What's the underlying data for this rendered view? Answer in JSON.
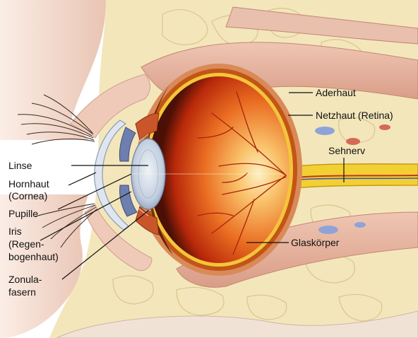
{
  "labels": {
    "aderhaut": "Aderhaut",
    "netzhaut": "Netzhaut (Retina)",
    "sehnerv": "Sehnerv",
    "linse": "Linse",
    "hornhaut_1": "Hornhaut",
    "hornhaut_2": "(Cornea)",
    "pupille": "Pupille",
    "iris_1": "Iris",
    "iris_2": "(Regen-",
    "iris_3": "bogenhaut)",
    "zonula_1": "Zonula-",
    "zonula_2": "fasern",
    "glaskoerper": "Glaskörper"
  },
  "colors": {
    "background": "#ffffff",
    "tissue": "#f3e7bd",
    "skin": "#f1d6c8",
    "muscle": "#e3b7a4",
    "sclera": "#d78856",
    "choroid": "#c45a1c",
    "retina": "#f2c23c",
    "vitreous_center": "#fbe7a8",
    "vitreous_edge": "#d23a12",
    "optic_nerve": "#f1cf2f",
    "lens": "#cfd9e6",
    "iris": "#7b8cb8"
  }
}
